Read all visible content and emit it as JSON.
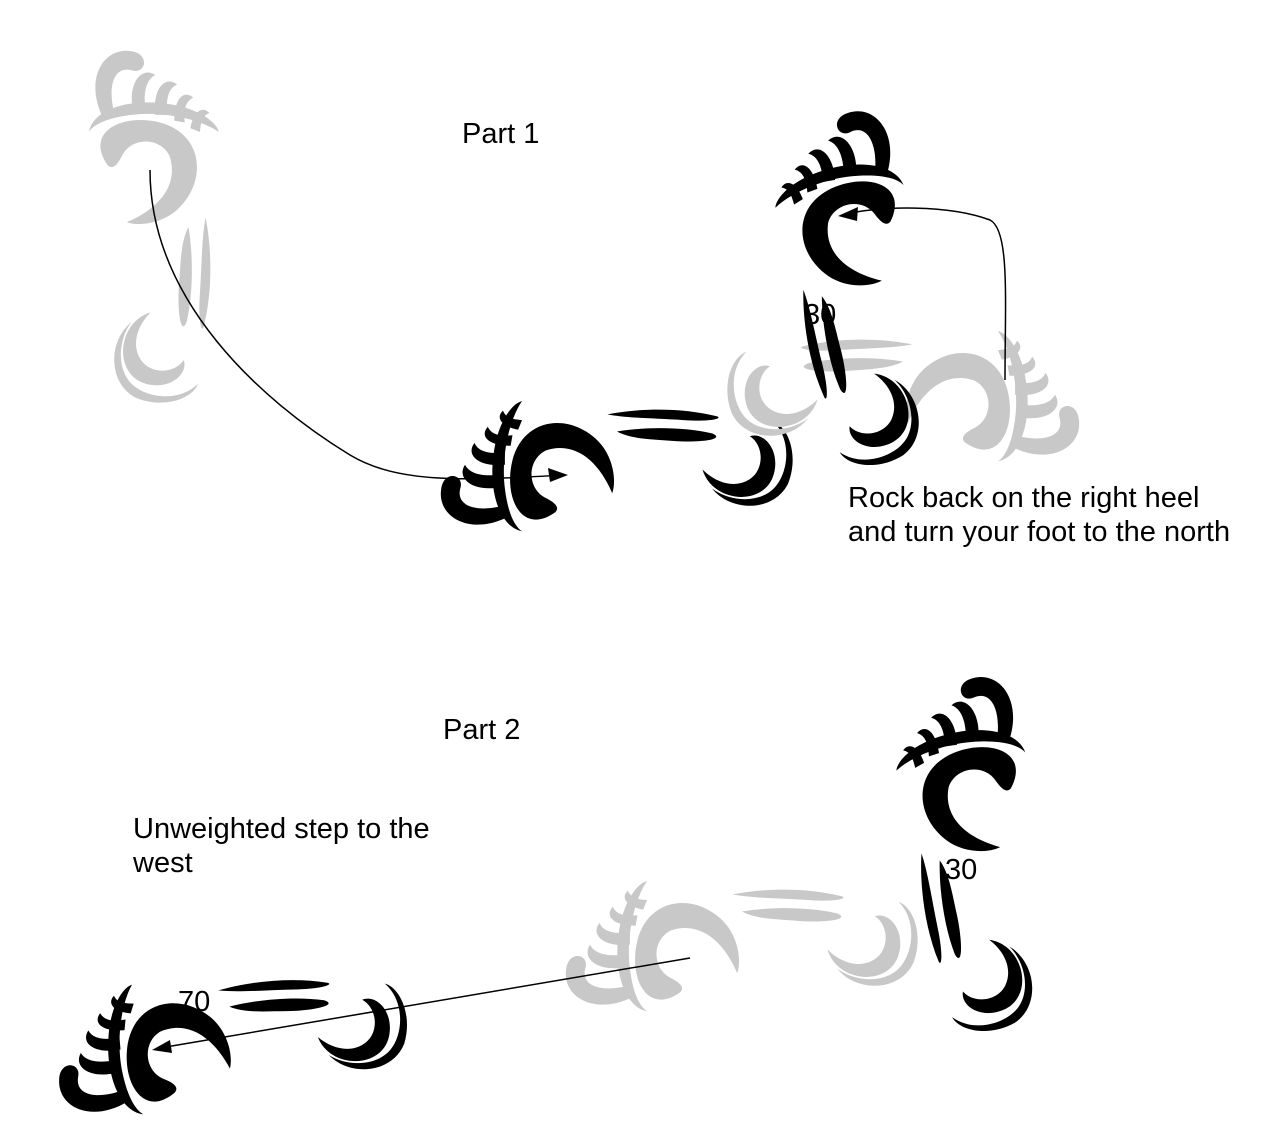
{
  "part1": {
    "title": "Part 1",
    "angle_label": "30",
    "caption": "Rock back on the right heel\nand turn your foot to the north"
  },
  "part2": {
    "title": "Part 2",
    "caption": "Unweighted step to the\nwest",
    "angle_label_right": "30",
    "angle_label_left": "70"
  },
  "colors": {
    "ink": "#000000",
    "ghost": "#c8c8c8"
  }
}
